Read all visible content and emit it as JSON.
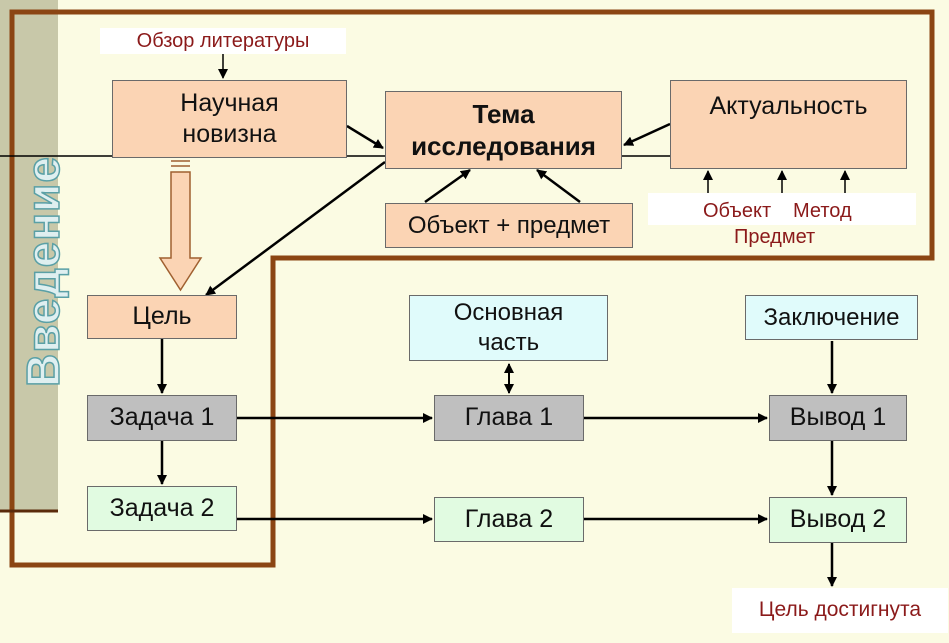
{
  "vertical_title": "Введение",
  "nodes": {
    "literature_review": "Обзор литературы",
    "scientific_novelty": "Научная новизна",
    "research_topic": "Тема исследования",
    "relevance": "Актуальность",
    "object_subject": "Объект + предмет",
    "relevance_sub": {
      "object": "Объект",
      "method": "Метод",
      "subject": "Предмет"
    },
    "goal": "Цель",
    "task_1": "Задача 1",
    "task_2": "Задача 2",
    "main_part": "Основная часть",
    "chapter_1": "Глава 1",
    "chapter_2": "Глава 2",
    "conclusion": "Заключение",
    "result_1": "Вывод 1",
    "result_2": "Вывод 2",
    "goal_achieved": "Цель достигнута"
  },
  "colors": {
    "frame": "#8b4513",
    "peach": "#fbd4b4",
    "grey": "#bfbfbf",
    "green": "#e1fbe1",
    "cyan": "#e0fbfb"
  }
}
